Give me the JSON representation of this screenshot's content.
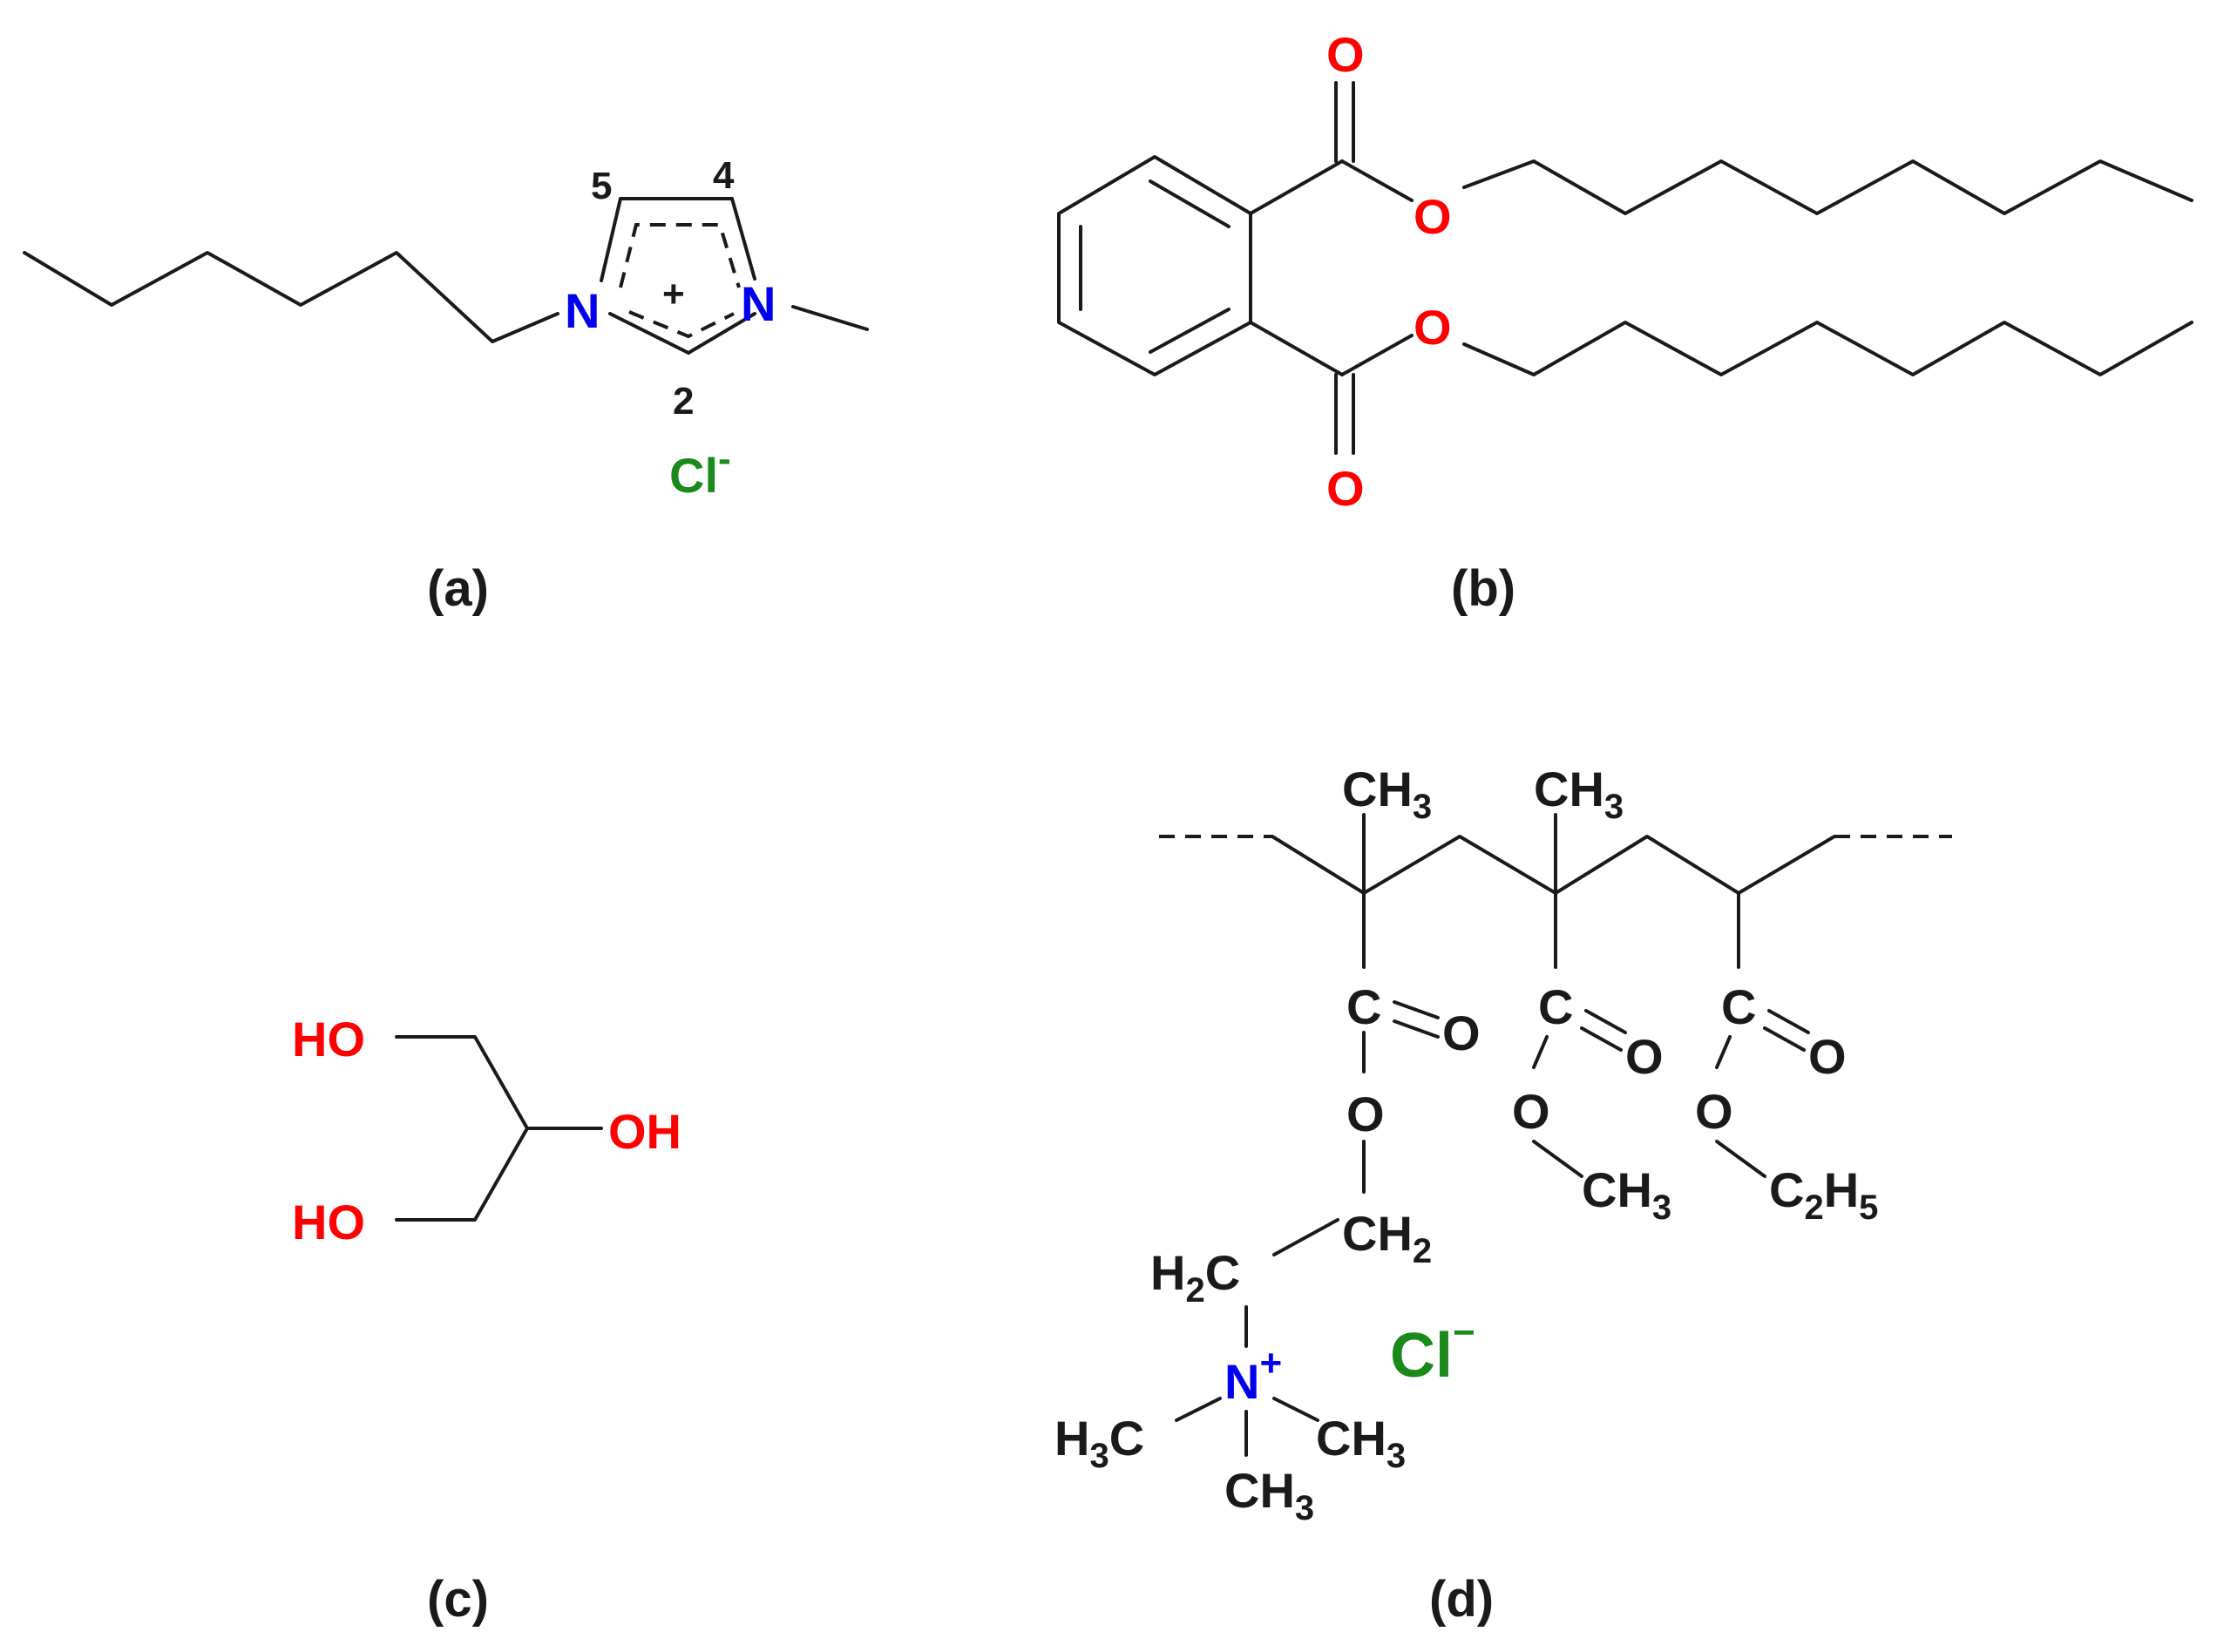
{
  "panels": {
    "a": {
      "caption": "(a)",
      "atoms": {
        "n1": "N",
        "n3": "N",
        "charge": "+",
        "pos5": "5",
        "pos4": "4",
        "pos2": "2",
        "anion": "Cl",
        "anion_charge": "-"
      }
    },
    "b": {
      "caption": "(b)",
      "atoms": {
        "o_top": "O",
        "o_ester_top": "O",
        "o_ester_bottom": "O",
        "o_bottom": "O"
      }
    },
    "c": {
      "caption": "(c)",
      "atoms": {
        "ho_top": "HO",
        "oh_mid": "OH",
        "ho_bottom": "HO"
      }
    },
    "d": {
      "caption": "(d)",
      "atoms": {
        "ch3_1": "CH",
        "ch3_1_sub": "3",
        "ch3_2": "CH",
        "ch3_2_sub": "3",
        "c1": "C",
        "o1": "O",
        "o1_link": "O",
        "c2": "C",
        "o2": "O",
        "o2_link": "O",
        "c3": "C",
        "o3": "O",
        "o3_link": "O",
        "och3": "CH",
        "och3_sub": "3",
        "c2h5_c": "C",
        "c2h5_sub1": "2",
        "c2h5_h": "H",
        "c2h5_sub2": "5",
        "ch2_top": "CH",
        "ch2_top_sub": "2",
        "h2c_h": "H",
        "h2c_sub": "2",
        "h2c_c": "C",
        "n": "N",
        "n_charge": "+",
        "h3c_c_left_h": "H",
        "h3c_left_sub": "3",
        "h3c_left_c": "C",
        "ch3_right": "CH",
        "ch3_right_sub": "3",
        "ch3_bottom": "CH",
        "ch3_bottom_sub": "3",
        "anion": "Cl",
        "anion_charge": "−"
      }
    }
  },
  "colors": {
    "bond": "#1a1a1a",
    "oxygen": "#ff0000",
    "nitrogen": "#0000ee",
    "chloride": "#1a8a1a"
  }
}
